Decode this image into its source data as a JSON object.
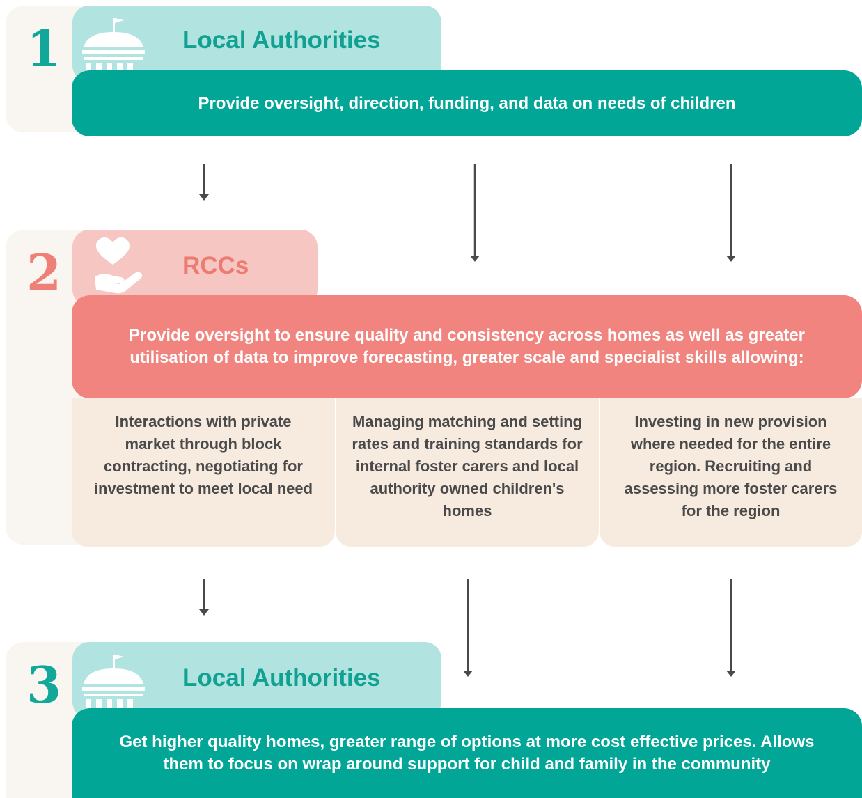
{
  "steps": [
    {
      "number": "1",
      "title": "Local Authorities",
      "icon": "government-building-icon",
      "description": "Provide oversight, direction, funding, and data on needs of children"
    },
    {
      "number": "2",
      "title": "RCCs",
      "icon": "heart-in-hand-icon",
      "description": "Provide oversight to ensure quality and consistency across homes as well as greater utilisation of data to improve forecasting, greater scale and specialist skills allowing:",
      "columns": [
        "Interactions with private market through block contracting, negotiating for investment to meet local need",
        "Managing matching and setting rates and training standards for internal foster carers and local authority owned children's homes",
        "Investing in new provision where needed for the entire region. Recruiting and assessing more foster carers for the region"
      ]
    },
    {
      "number": "3",
      "title": "Local Authorities",
      "icon": "government-building-icon",
      "description": "Get higher quality homes, greater range of options at more cost effective prices. Allows them to focus on wrap around support for child and family in the community"
    }
  ],
  "colors": {
    "teal": "#02a697",
    "teal_light": "#b1e4e0",
    "coral": "#f1847e",
    "coral_light": "#f6c7c2",
    "beige": "#f7ebdf",
    "arrow": "#4a4a4a"
  }
}
